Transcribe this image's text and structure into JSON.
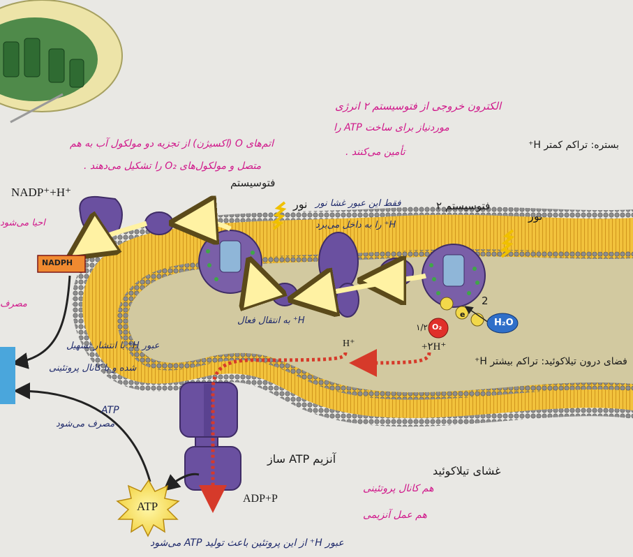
{
  "labels": {
    "stroma": "بستره: تراکم کمتر H⁺",
    "lumen": "فضای درون تیلاکوئید: تراکم بیشتر H⁺",
    "ps1": "فتوسیستم",
    "ps2": "فتوسیستم ۲",
    "light1": "نور",
    "light2": "نور",
    "nadp": "NADP⁺+H⁺",
    "nadph": "NADPH",
    "h2o": "H₂O",
    "o2": "O₂",
    "half": "۱/۲",
    "h_plus_two": "+۲H⁺",
    "h_plus": "H⁺",
    "atp_synthase": "آنزیم ATP ساز",
    "adp": "ADP+P",
    "atp": "ATP",
    "membrane": "غشای تیلاکوئید",
    "e": "e",
    "two": "2"
  },
  "notes": {
    "n1a": "الکترون خروجی از فتوسیستم ۲ انرژی",
    "n1b": "موردنیاز برای ساخت ATP را",
    "n1c": "تأمین می‌کنند .",
    "n2a": "اتم‌های O (اکسیژن) از تجزیه دو مولکول آب به هم",
    "n2b": "متصل و مولکول‌های O₂ را تشکیل می‌دهند .",
    "n3a": "فقط این عبور غشا نور",
    "n3b": "H⁺ را به داخل می‌برد",
    "n4": "H⁺ به انتقال فعال",
    "n5a": "عبور H⁺ با انتشار تسهیل",
    "n5b": "شده و با کانال پروتئینی",
    "n6a": "ATP",
    "n6b": "مصرف می‌شود",
    "n7a": "هم کانال پروتئینی",
    "n7b": "هم عمل آنزیمی",
    "n8": "عبور H⁺ از این پروتئین باعث تولید ATP می‌شود",
    "n9": "احیا می‌شود",
    "n10": "مصرف"
  },
  "colors": {
    "membrane_fill": "#f2c23c",
    "lipid_head": "#8a8a8a",
    "protein": "#7a5fa8",
    "arrow_fill": "#fff2a3",
    "handwriting": "#d0178a",
    "pen_navy": "#1f2a6b",
    "proton_path": "#d63a2a",
    "o2_red": "#e0302a",
    "h2o_blue": "#2f6fc9",
    "nadph_box": "#f08a30"
  }
}
